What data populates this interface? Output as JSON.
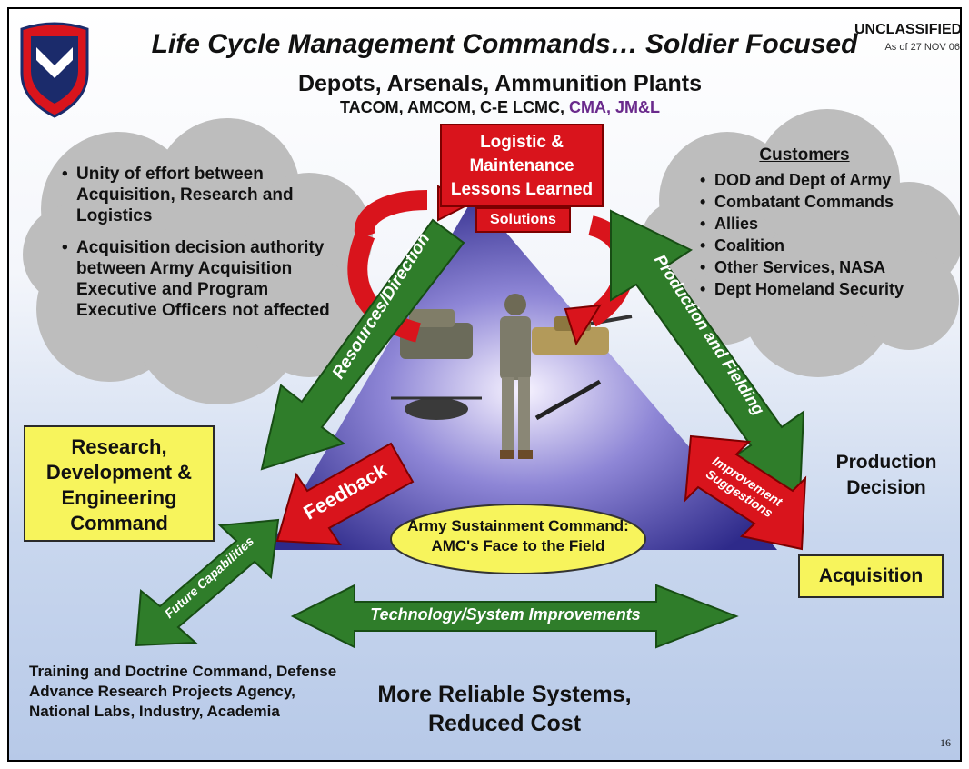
{
  "header": {
    "title": "Life Cycle Management Commands… Soldier Focused",
    "classification": "UNCLASSIFIED",
    "as_of": "As of 27 NOV 06",
    "subtitle": "Depots, Arsenals, Ammunition Plants",
    "commands_black": "TACOM, AMCOM, C-E LCMC,",
    "commands_purple": "CMA, JM&L"
  },
  "left_cloud": {
    "items": [
      "Unity of effort between Acquisition, Research and Logistics",
      "Acquisition decision authority between Army Acquisition Executive and Program Executive Officers not affected"
    ]
  },
  "right_cloud": {
    "heading": "Customers",
    "items": [
      "DOD and Dept of Army",
      "Combatant Commands",
      "Allies",
      "Coalition",
      "Other Services, NASA",
      "Dept Homeland Security"
    ]
  },
  "top_box": {
    "label": "Logistic & Maintenance Lessons Learned",
    "tab": "Solutions"
  },
  "arrows": {
    "resources": "Resources/Direction",
    "production": "Production and Fielding",
    "feedback": "Feedback",
    "improvement": "Improvement Suggestions",
    "future": "Future Capabilities",
    "technology": "Technology/System Improvements"
  },
  "rdec_box": "Research, Development & Engineering Command",
  "production_decision": "Production Decision",
  "acquisition_box": "Acquisition",
  "center_cloud": "Army Sustainment Command: AMC's Face to the Field",
  "bottom_left": "Training and Doctrine Command, Defense Advance Research Projects Agency, National Labs, Industry, Academia",
  "bottom_center": "More Reliable Systems, Reduced Cost",
  "page_number": "16",
  "colors": {
    "red": "#d9141c",
    "green": "#2f7d2a",
    "yellow": "#f7f45c",
    "purple": "#6a2a8c",
    "cloud": "#bfbfbf"
  }
}
